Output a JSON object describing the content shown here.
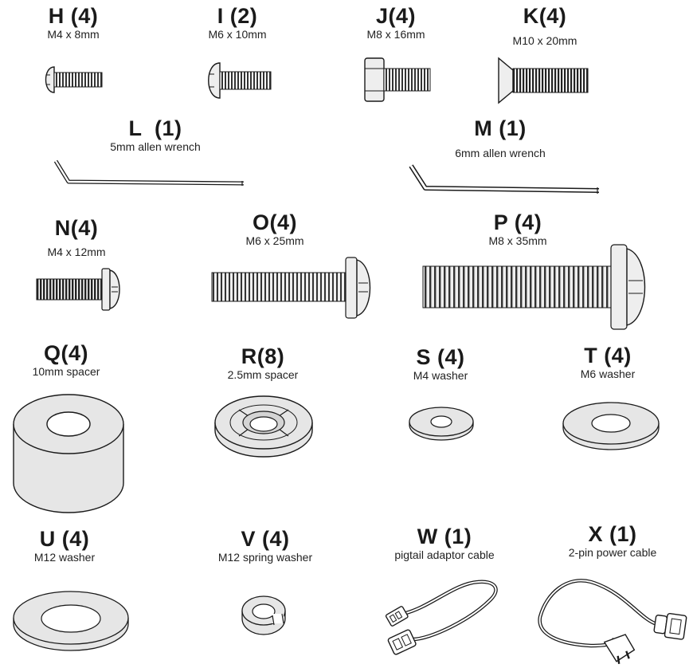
{
  "parts": [
    {
      "key": "H",
      "code": "H (4)",
      "spec": "M4 x 8mm"
    },
    {
      "key": "I",
      "code": "I (2)",
      "spec": "M6 x 10mm"
    },
    {
      "key": "J",
      "code": "J(4)",
      "spec": "M8 x 16mm"
    },
    {
      "key": "K",
      "code": "K(4)",
      "spec": "M10 x 20mm"
    },
    {
      "key": "L",
      "code": "L  (1)",
      "spec": "5mm allen wrench"
    },
    {
      "key": "M",
      "code": "M (1)",
      "spec": "6mm allen wrench"
    },
    {
      "key": "N",
      "code": "N(4)",
      "spec": "M4 x 12mm"
    },
    {
      "key": "O",
      "code": "O(4)",
      "spec": "M6 x 25mm"
    },
    {
      "key": "P",
      "code": "P (4)",
      "spec": "M8 x 35mm"
    },
    {
      "key": "Q",
      "code": "Q(4)",
      "spec": "10mm spacer"
    },
    {
      "key": "R",
      "code": "R(8)",
      "spec": "2.5mm spacer"
    },
    {
      "key": "S",
      "code": "S (4)",
      "spec": "M4 washer"
    },
    {
      "key": "T",
      "code": "T (4)",
      "spec": "M6 washer"
    },
    {
      "key": "U",
      "code": "U (4)",
      "spec": "M12 washer"
    },
    {
      "key": "V",
      "code": "V (4)",
      "spec": "M12 spring washer"
    },
    {
      "key": "W",
      "code": "W (1)",
      "spec": "pigtail adaptor cable"
    },
    {
      "key": "X",
      "code": "X (1)",
      "spec": "2-pin power cable"
    }
  ],
  "colors": {
    "ink": "#1a1a1a",
    "fill": "#e6e6e6",
    "thread": "#333333"
  }
}
